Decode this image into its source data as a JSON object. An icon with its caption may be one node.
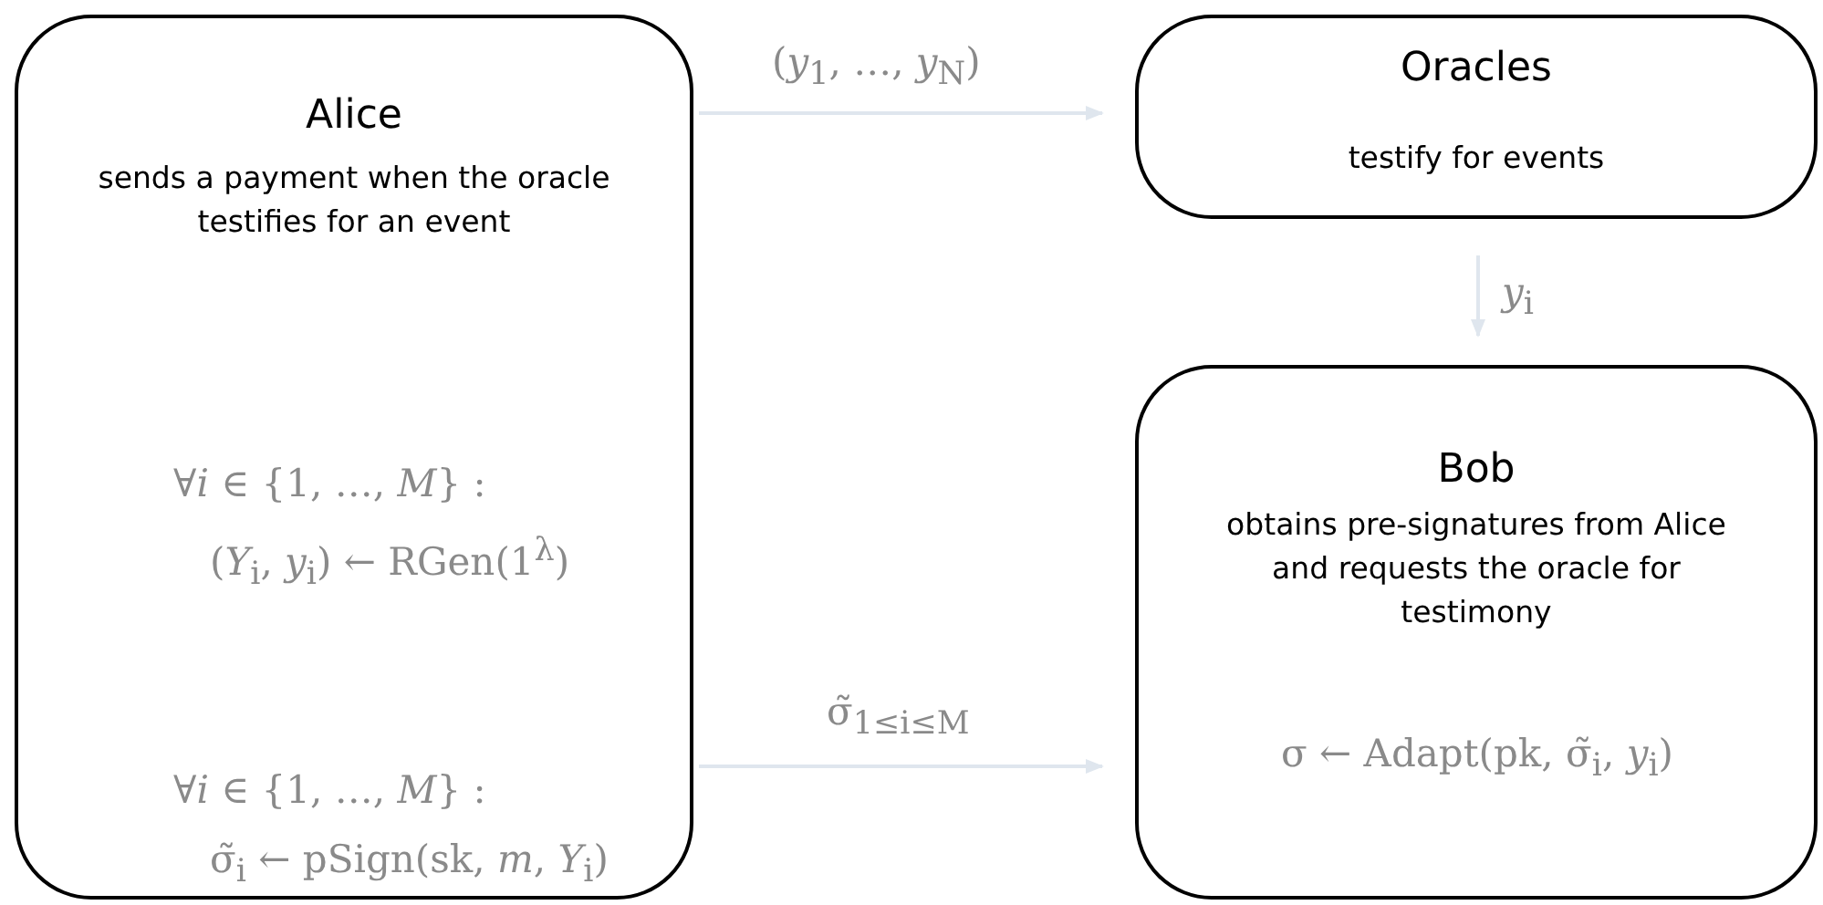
{
  "diagram": {
    "nodes": [
      {
        "text": [
          "Alice",
          "sends a payment when the oracle testifies for an event",
          "∀*i* ∈ {1, …, *M*} :",
          "(*Y*$_{i}$, *y*$_{i}$) ← RGen(1$^{λ}$)",
          "∀*i* ∈ {1, …, *M*} :",
          "σ̃$_{i}$ ← pSign(sk, *m*, *Y*$_{i}$)"
        ]
      },
      {
        "text": [
          "Oracles",
          "testify for events"
        ]
      },
      {
        "text": [
          "Bob",
          "obtains pre-signatures from Alice and requests the oracle for testimony",
          "σ ← Adapt(pk, σ̃$_{i}$, *y*$_{i}$)"
        ]
      }
    ],
    "edges": [
      {
        "from": 0,
        "to": 1,
        "arrow": "to",
        "label": "(*y*$_{1}$, …, *y*$_{N}$)"
      },
      {
        "from": 1,
        "to": 2,
        "arrow": "to",
        "label": "*y*$_{i}$"
      },
      {
        "from": 0,
        "to": 2,
        "arrow": "to",
        "label": "σ̃$_{1≤i≤M}$"
      }
    ]
  }
}
